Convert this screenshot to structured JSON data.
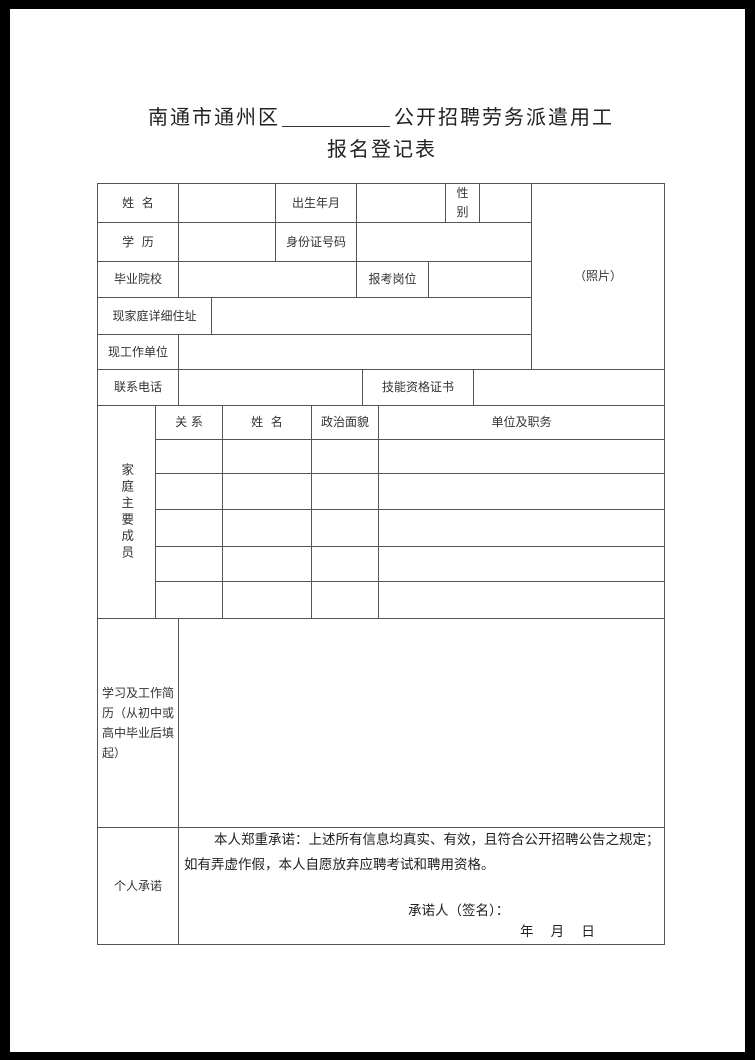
{
  "title": {
    "prefix": "南通市通州区",
    "suffix": "公开招聘劳务派遣用工",
    "line2": "报名登记表"
  },
  "labels": {
    "name": "姓  名",
    "birth": "出生年月",
    "gender": "性别",
    "education": "学  历",
    "id_number": "身份证号码",
    "school": "毕业院校",
    "position": "报考岗位",
    "photo": "（照片）",
    "address": "现家庭详细住址",
    "work_unit": "现工作单位",
    "phone": "联系电话",
    "certificate": "技能资格证书",
    "family": "家庭主要成员",
    "family_cols": [
      "关 系",
      "姓  名",
      "政治面貌",
      "单位及职务"
    ],
    "resume": "学习及工作简历（从初中或高中毕业后填起）",
    "pledge_label": "个人承诺"
  },
  "pledge": {
    "text": "本人郑重承诺：上述所有信息均真实、有效，且符合公开招聘公告之规定；如有弄虚作假，本人自愿放弃应聘考试和聘用资格。",
    "signer": "承诺人（签名）：",
    "date": "年    月    日"
  }
}
